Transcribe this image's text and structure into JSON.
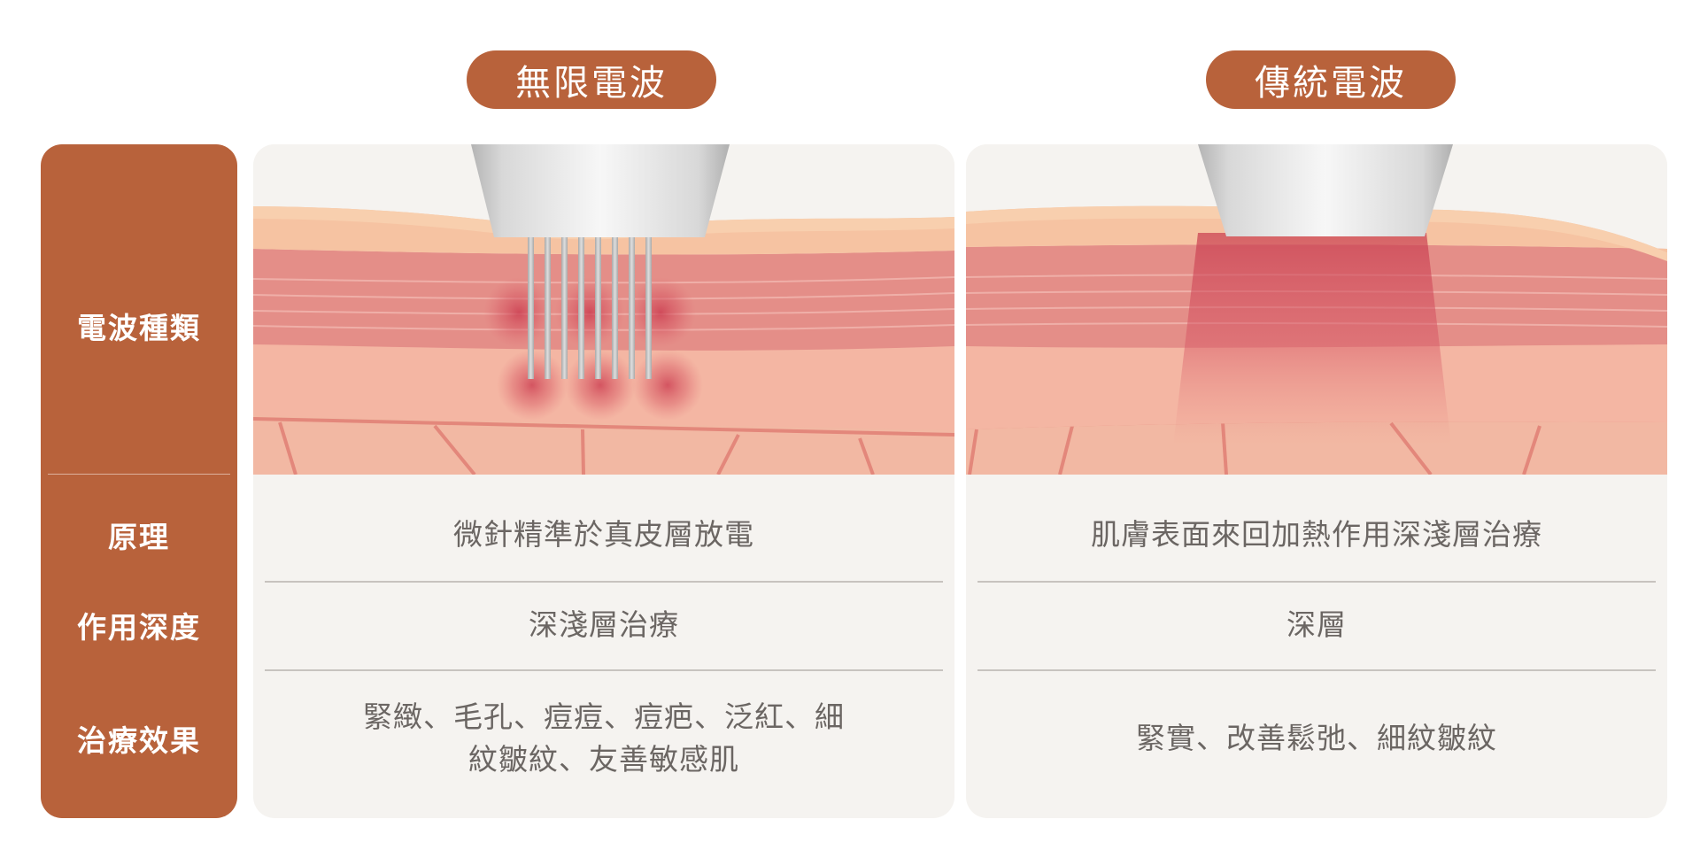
{
  "columns": {
    "left": {
      "title": "無限電波"
    },
    "right": {
      "title": "傳統電波"
    }
  },
  "rows": {
    "type_label": "電波種類",
    "principle_label": "原理",
    "depth_label": "作用深度",
    "effect_label": "治療效果"
  },
  "left": {
    "principle": "微針精準於真皮層放電",
    "depth": "深淺層治療",
    "effect_line1": "緊緻、毛孔、痘痘、痘疤、泛紅、細",
    "effect_line2": "紋皺紋、友善敏感肌"
  },
  "right": {
    "principle": "肌膚表面來回加熱作用深淺層治療",
    "depth": "深層",
    "effect": "緊實、改善鬆弛、細紋皺紋"
  },
  "colors": {
    "accent": "#b8623b",
    "panel_bg": "#f5f3f0",
    "text": "#6b6663"
  }
}
